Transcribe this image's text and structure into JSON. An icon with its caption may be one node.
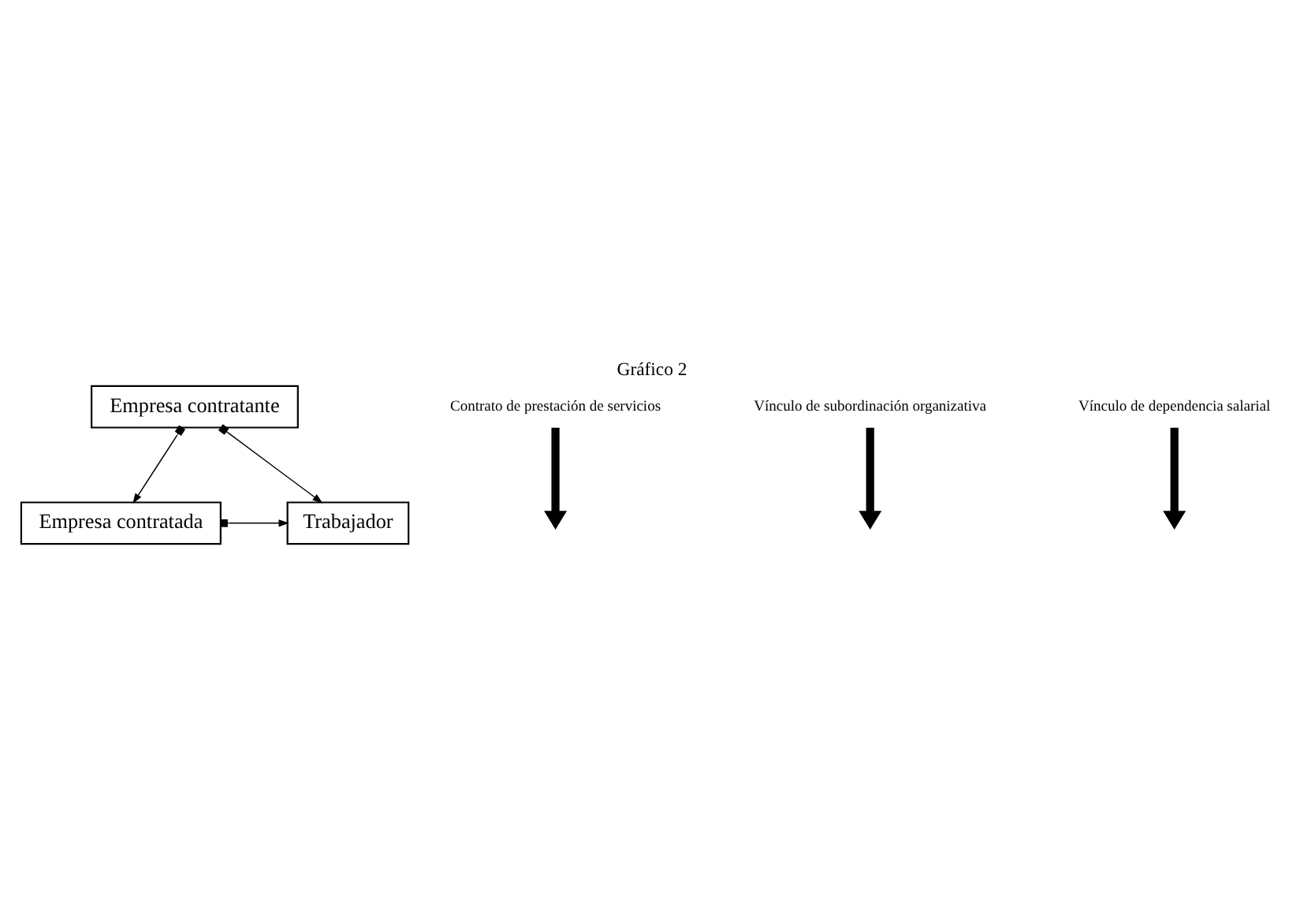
{
  "diagram": {
    "title": "Gráfico 2",
    "nodes": [
      {
        "text": [
          "Empresa contratante"
        ]
      },
      {
        "text": [
          "Empresa contratada"
        ]
      },
      {
        "text": [
          "Trabajador"
        ]
      },
      {
        "text": [
          "Contrato de prestación de servicios"
        ]
      },
      {
        "text": [
          "Vínculo de subordinación organizativa"
        ]
      },
      {
        "text": [
          "Vínculo de dependencia salarial"
        ]
      }
    ],
    "edges": [
      {
        "from": 0,
        "to": 1,
        "arrow": "to"
      },
      {
        "from": 0,
        "to": 2,
        "arrow": "to"
      },
      {
        "from": 1,
        "to": 2,
        "arrow": "to"
      },
      {
        "from": 3,
        "to": null,
        "arrow": "to",
        "style": "thick"
      },
      {
        "from": 4,
        "to": null,
        "arrow": "to",
        "style": "thick"
      },
      {
        "from": 5,
        "to": null,
        "arrow": "to",
        "style": "thick"
      }
    ]
  }
}
